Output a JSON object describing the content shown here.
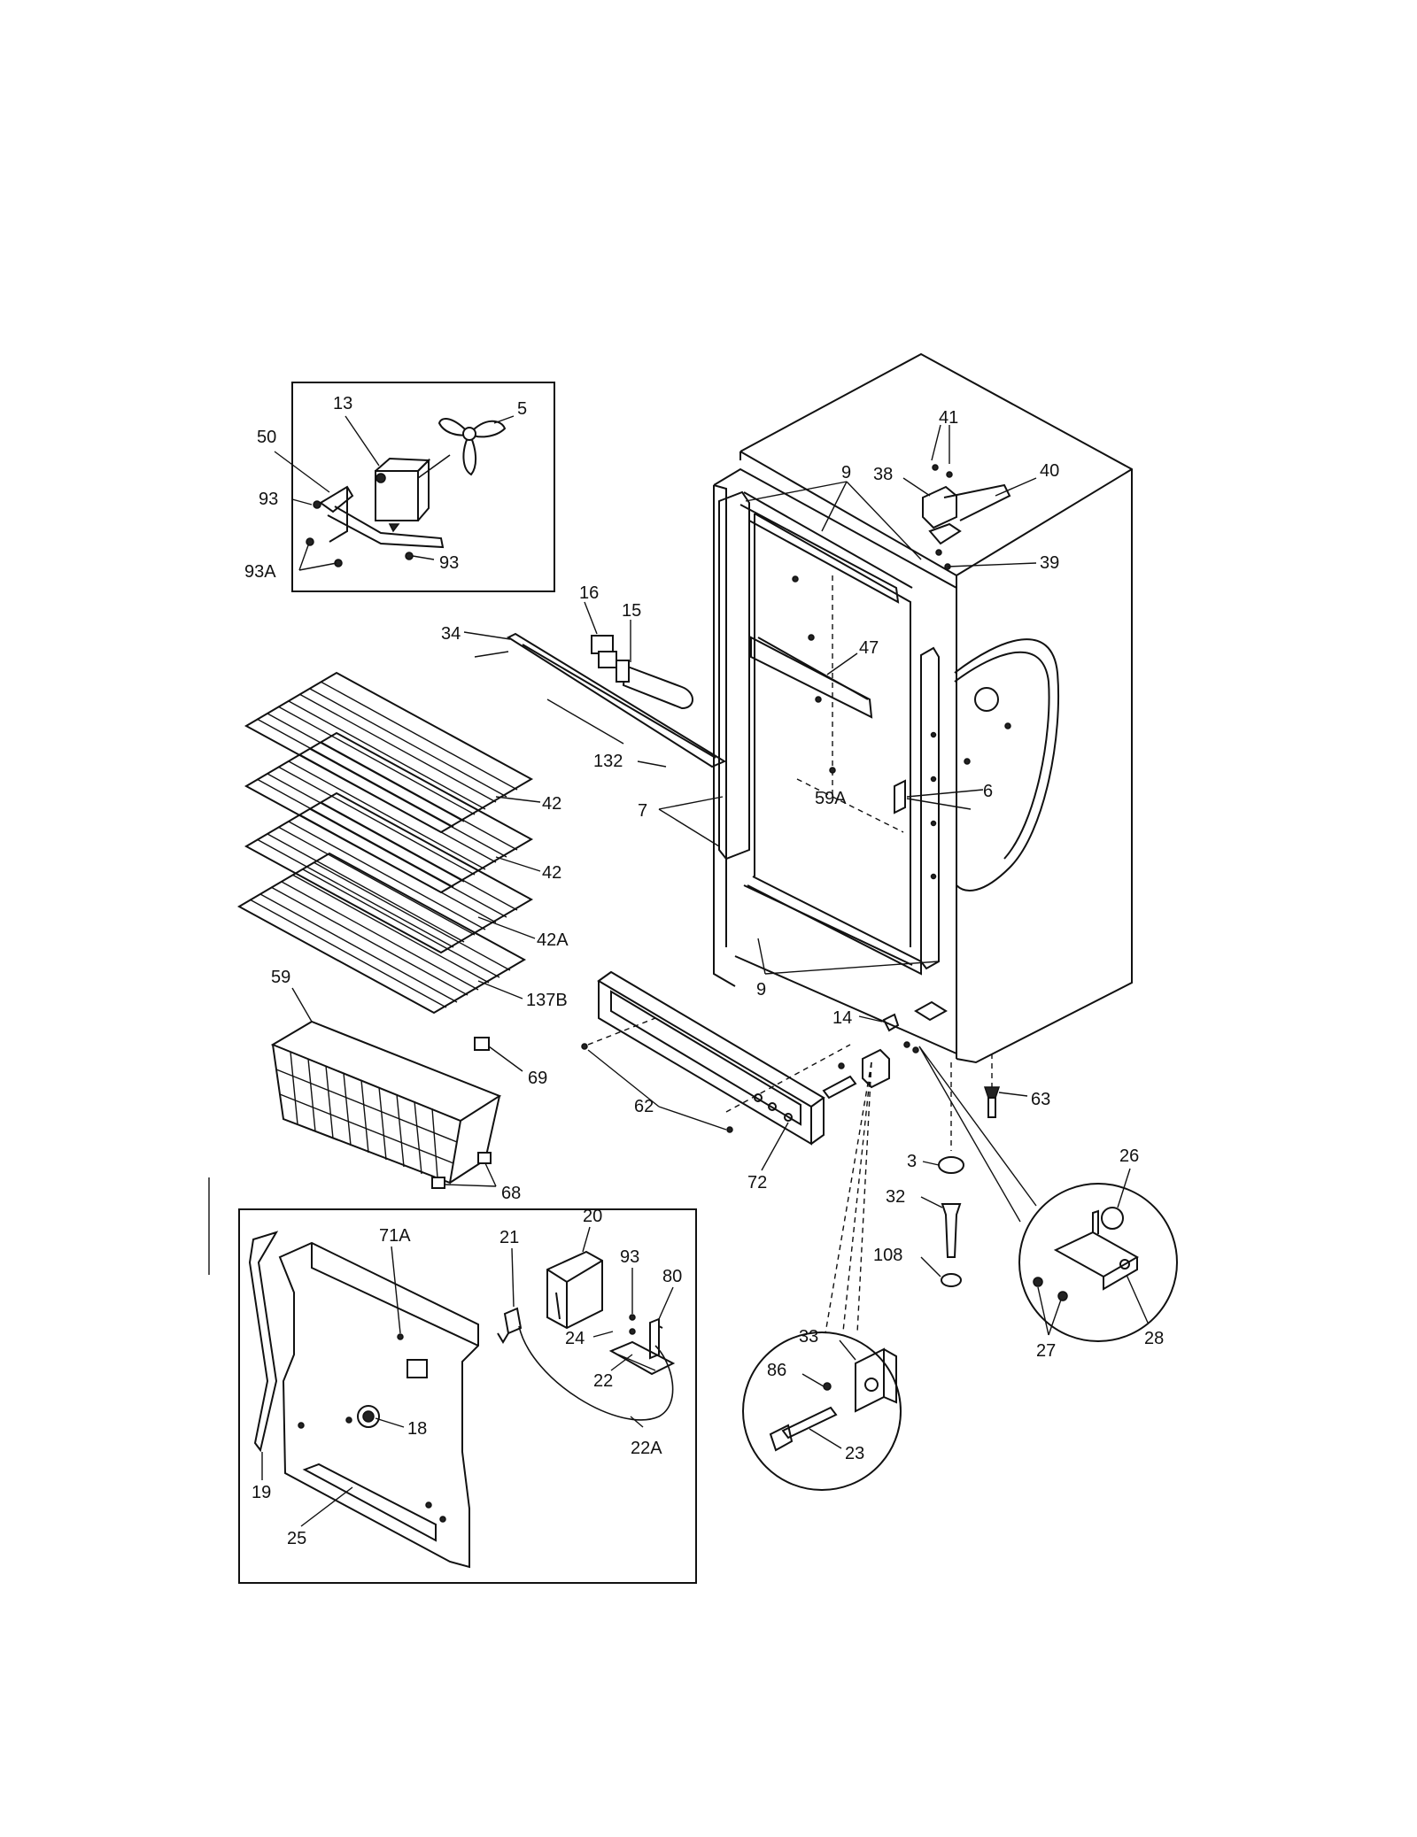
{
  "labels": {
    "l13": "13",
    "l5": "5",
    "l50": "50",
    "l93a": "93",
    "l93b": "93",
    "l93A": "93A",
    "l41": "41",
    "l38": "38",
    "l40": "40",
    "l39": "39",
    "l9a": "9",
    "l9b": "9",
    "l16": "16",
    "l15": "15",
    "l34": "34",
    "l47": "47",
    "l132": "132",
    "l42a": "42",
    "l42b": "42",
    "l42A": "42A",
    "l137B": "137B",
    "l59A": "59A",
    "l6": "6",
    "l7": "7",
    "l59": "59",
    "l69": "69",
    "l68": "68",
    "l14": "14",
    "l62": "62",
    "l72": "72",
    "l63": "63",
    "l3": "3",
    "l32": "32",
    "l108": "108",
    "l26": "26",
    "l27": "27",
    "l28": "28",
    "l33": "33",
    "l86": "86",
    "l23": "23",
    "l71A": "71A",
    "l21": "21",
    "l20": "20",
    "l93c": "93",
    "l80": "80",
    "l24": "24",
    "l22": "22",
    "l22A": "22A",
    "l18": "18",
    "l19": "19",
    "l25": "25"
  }
}
